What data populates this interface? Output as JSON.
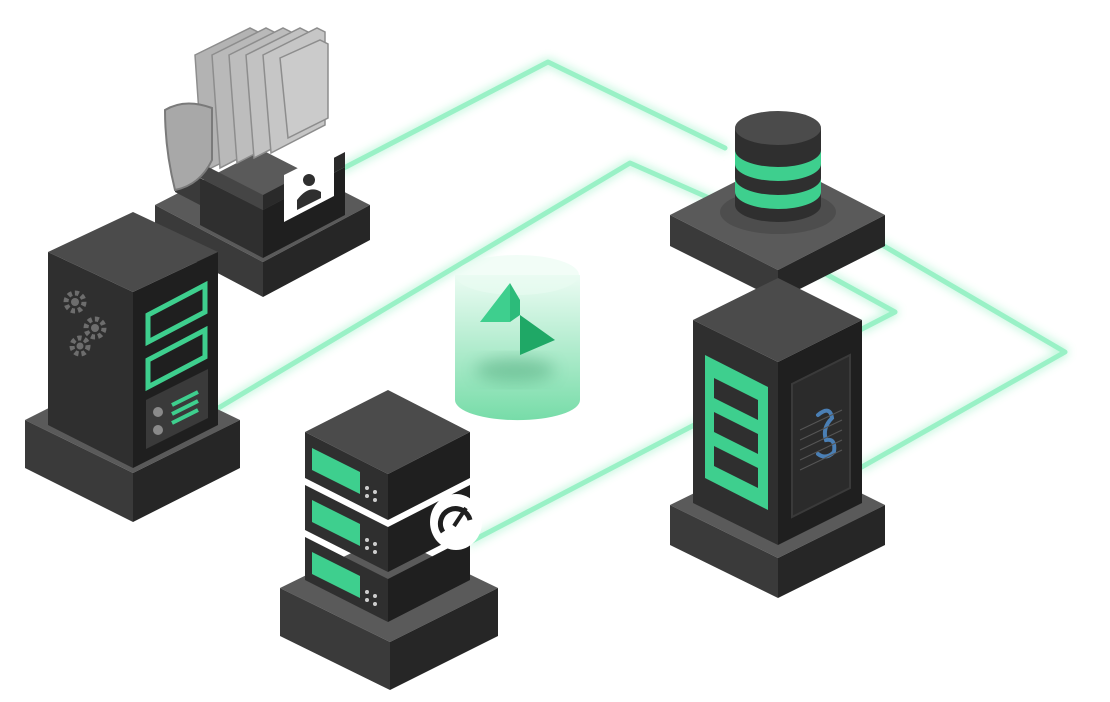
{
  "colors": {
    "accent": "#3ecf8e",
    "accent_dark": "#1fa866",
    "glow": "#7fe8b2",
    "panel_top": "#4b4b4b",
    "panel_left": "#2f2f2f",
    "panel_right": "#1f1f1f",
    "base_top": "#5a5a5a",
    "base_left": "#3a3a3a",
    "base_right": "#262626",
    "card": "#b7b7b7",
    "white": "#ffffff"
  },
  "nodes": [
    {
      "id": "file-storage",
      "icon": "user-profile-icon"
    },
    {
      "id": "compute-server",
      "icon": "gears-icon"
    },
    {
      "id": "rack-server",
      "icon": "speedometer-icon"
    },
    {
      "id": "central-hub",
      "icon": "lightning-bolt-icon"
    },
    {
      "id": "database",
      "icon": "database-icon"
    },
    {
      "id": "mysql-server",
      "icon": "dolphin-icon"
    }
  ]
}
